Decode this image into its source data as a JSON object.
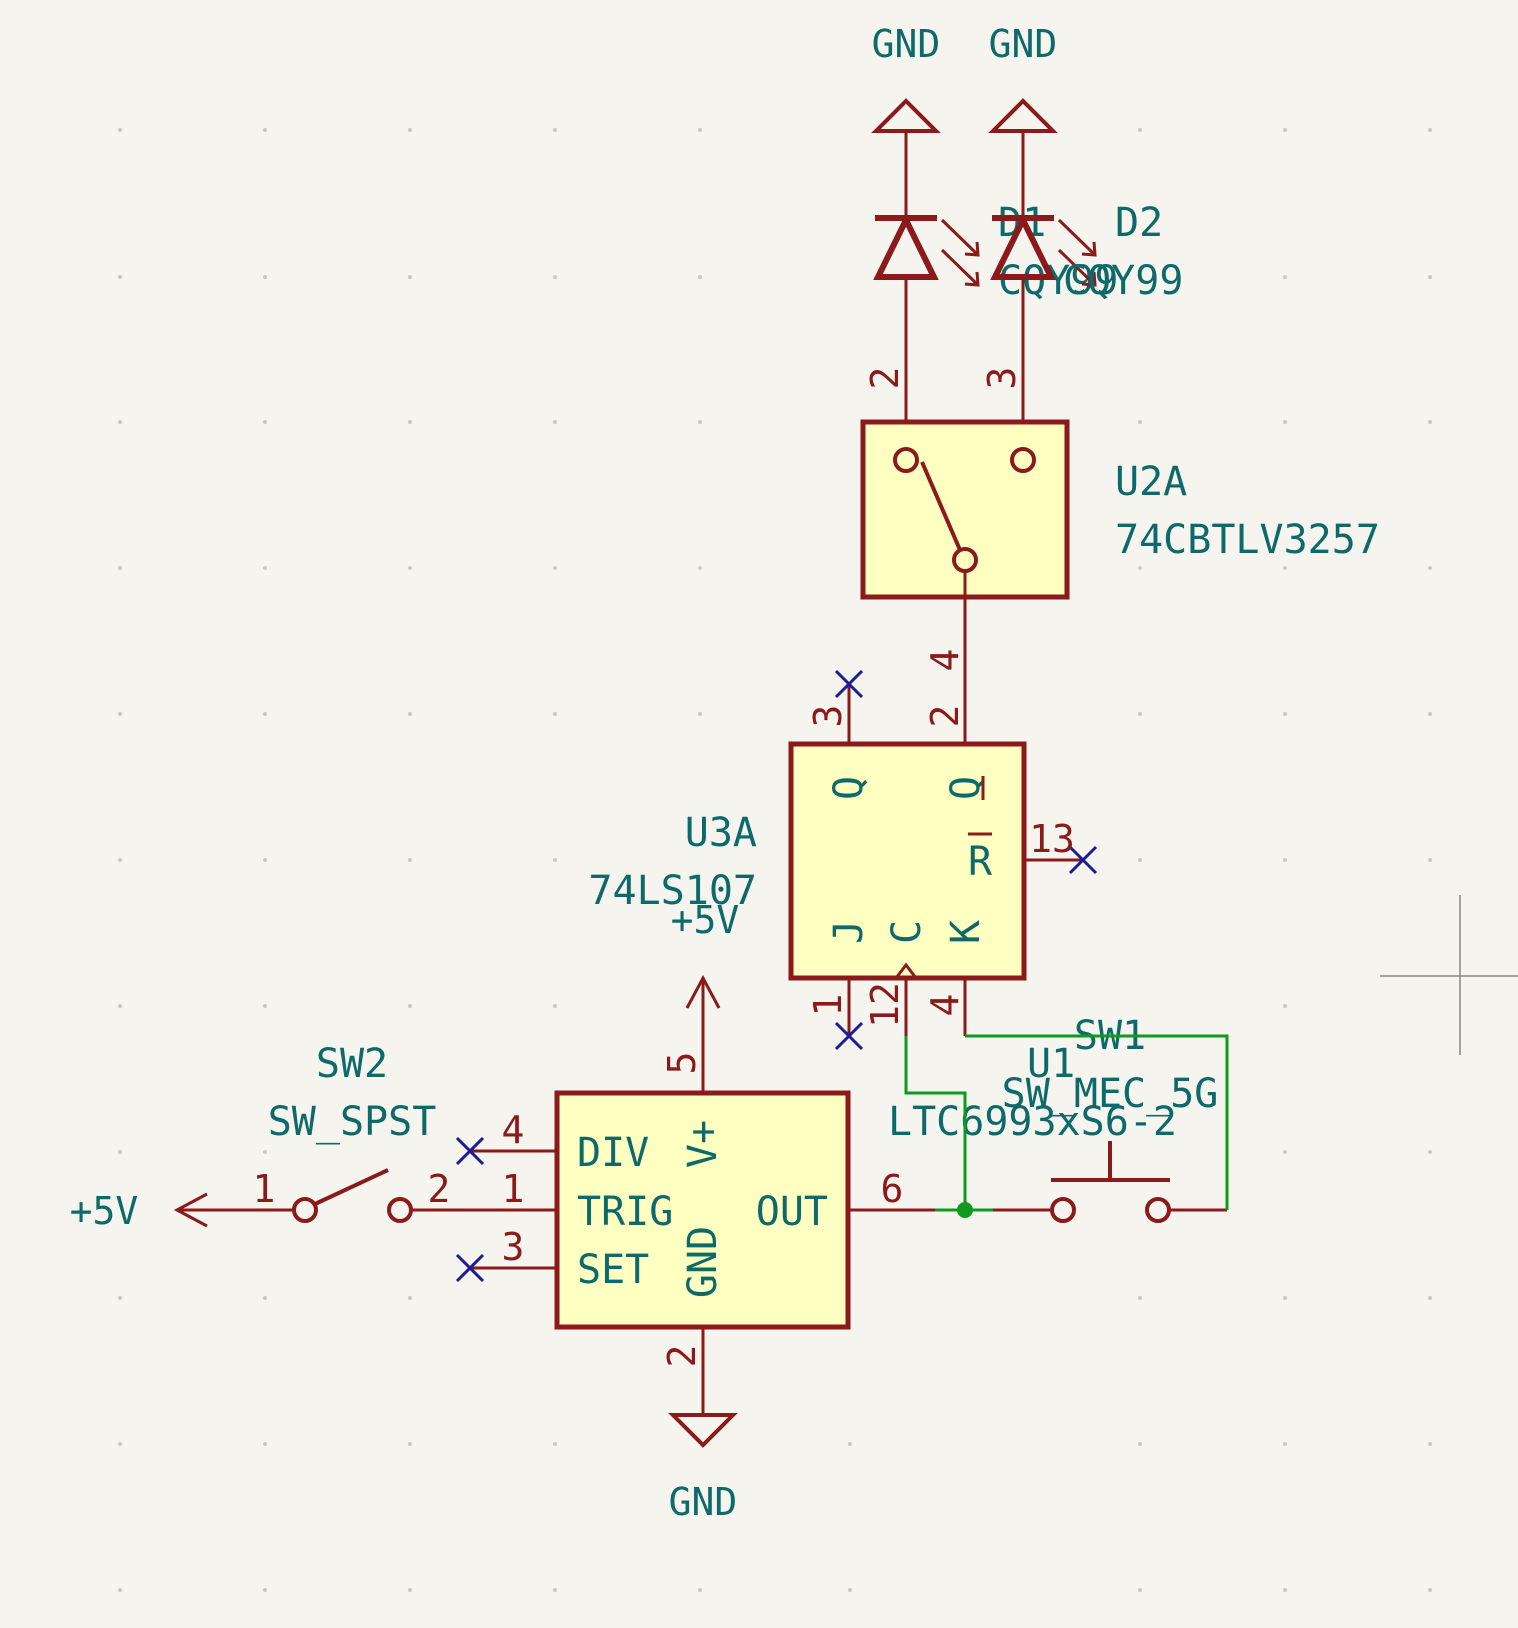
{
  "power": {
    "gnd_d1": "GND",
    "gnd_d2": "GND",
    "gnd_u1": "GND",
    "v5_u1": "+5V",
    "v5_sw2": "+5V"
  },
  "components": {
    "d1": {
      "ref": "D1",
      "value": "CQY99",
      "pin": "2"
    },
    "d2": {
      "ref": "D2",
      "value": "CQY99",
      "pin": "3"
    },
    "u2a": {
      "ref": "U2A",
      "value": "74CBTLV3257",
      "pin_out": "4"
    },
    "u3a": {
      "ref": "U3A",
      "value": "74LS107",
      "pin_q": "3",
      "pin_qbar": "2",
      "pin_r": "13",
      "pin_j": "1",
      "pin_c": "12",
      "pin_k": "4",
      "label_q": "Q",
      "label_qbar": "Q",
      "label_r": "R",
      "label_j": "J",
      "label_c": "C",
      "label_k": "K"
    },
    "u1": {
      "ref": "U1",
      "value": "LTC6993xS6-2",
      "pin_div": "4",
      "pin_trig": "1",
      "pin_set": "3",
      "pin_vplus": "5",
      "pin_gnd": "2",
      "pin_out": "6",
      "label_div": "DIV",
      "label_trig": "TRIG",
      "label_set": "SET",
      "label_vplus": "V+",
      "label_gnd": "GND",
      "label_out": "OUT"
    },
    "sw1": {
      "ref": "SW1",
      "value": "SW_MEC_5G"
    },
    "sw2": {
      "ref": "SW2",
      "value": "SW_SPST",
      "pin1": "1",
      "pin2": "2"
    }
  }
}
